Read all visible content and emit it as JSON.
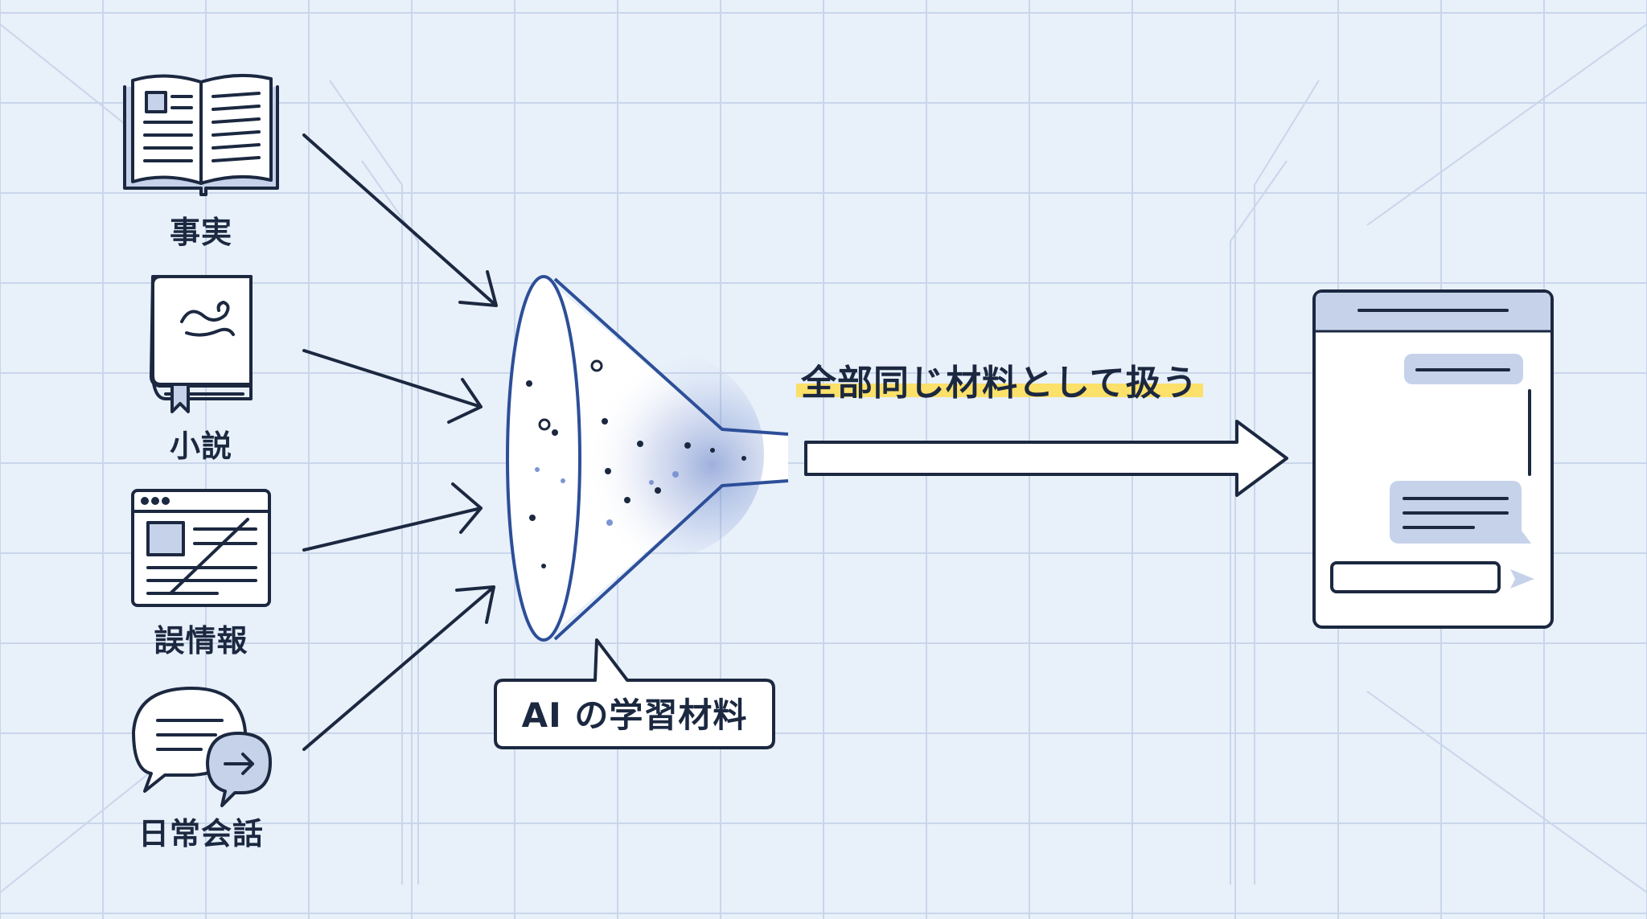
{
  "inputs": {
    "facts": {
      "label": "事実",
      "icon": "open-book-icon"
    },
    "novel": {
      "label": "小説",
      "icon": "closed-book-icon"
    },
    "misinformation": {
      "label": "誤情報",
      "icon": "crossed-out-webpage-icon"
    },
    "conversation": {
      "label": "日常会話",
      "icon": "speech-bubbles-icon"
    }
  },
  "funnel": {
    "callout": "AI の学習材料",
    "icon": "funnel-icon"
  },
  "arrow": {
    "caption": "全部同じ材料として扱う"
  },
  "output": {
    "icon": "chat-window-icon"
  },
  "colors": {
    "background": "#e8f0fa",
    "grid": "#c9d6ea",
    "ink": "#1b2840",
    "accent_blue": "#2d4f99",
    "light_blue": "#c5d2ea",
    "highlight": "#fbe06a"
  }
}
